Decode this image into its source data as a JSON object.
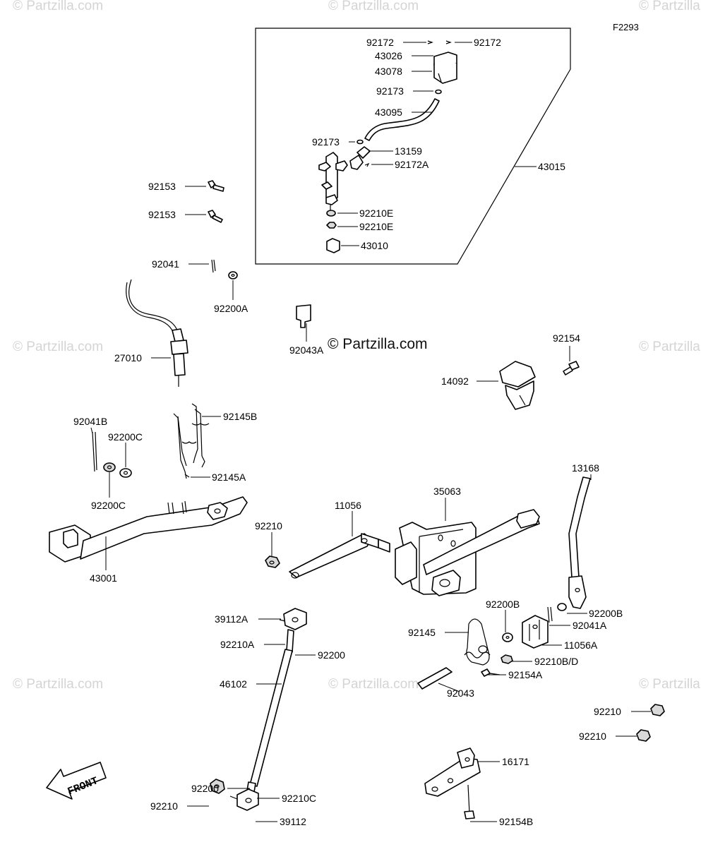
{
  "figure_id": "F2293",
  "watermark": "© Partzilla.com",
  "front_label": "FRONT",
  "callouts": {
    "c92172_l": "92172",
    "c92172_r": "92172",
    "c43026": "43026",
    "c43078": "43078",
    "c92173_t": "92173",
    "c43095": "43095",
    "c92173_b": "92173",
    "c13159": "13159",
    "c92172A": "92172A",
    "c43015": "43015",
    "c92210E_1": "92210E",
    "c92210E_2": "92210E",
    "c43010": "43010",
    "c92153_1": "92153",
    "c92153_2": "92153",
    "c92041": "92041",
    "c92200A": "92200A",
    "c27010": "27010",
    "c92043A": "92043A",
    "c92154": "92154",
    "c14092": "14092",
    "c92041B": "92041B",
    "c92200C_t": "92200C",
    "c92145B": "92145B",
    "c92200C_b": "92200C",
    "c92145A": "92145A",
    "c43001": "43001",
    "c13168": "13168",
    "c35063": "35063",
    "c11056": "11056",
    "c92210_m": "92210",
    "c92200B_r": "92200B",
    "c92041A": "92041A",
    "c92200B_t": "92200B",
    "c92145": "92145",
    "c11056A": "11056A",
    "c92210BD": "92210B/D",
    "c92154A": "92154A",
    "c92043": "92043",
    "c39112A": "39112A",
    "c92210A": "92210A",
    "c92200_t": "92200",
    "c46102": "46102",
    "c92210_r1": "92210",
    "c92210_r2": "92210",
    "c16171": "16171",
    "c92200_b": "92200",
    "c92210C": "92210C",
    "c92210_b": "92210",
    "c39112": "39112",
    "c92154B": "92154B"
  }
}
